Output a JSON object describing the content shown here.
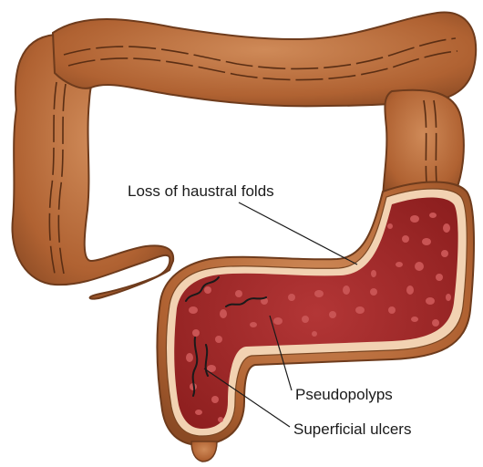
{
  "labels": {
    "haustral": "Loss of haustral folds",
    "pseudopolyps": "Pseudopolyps",
    "ulcers": "Superficial ulcers"
  },
  "colors": {
    "colon_outer": "#b86a3c",
    "colon_outline": "#6e3b1c",
    "mucosa_rim": "#f2d2b2",
    "lumen": "#a82a2a",
    "polyp": "#c95454",
    "ulcer": "#1a1a1a"
  }
}
